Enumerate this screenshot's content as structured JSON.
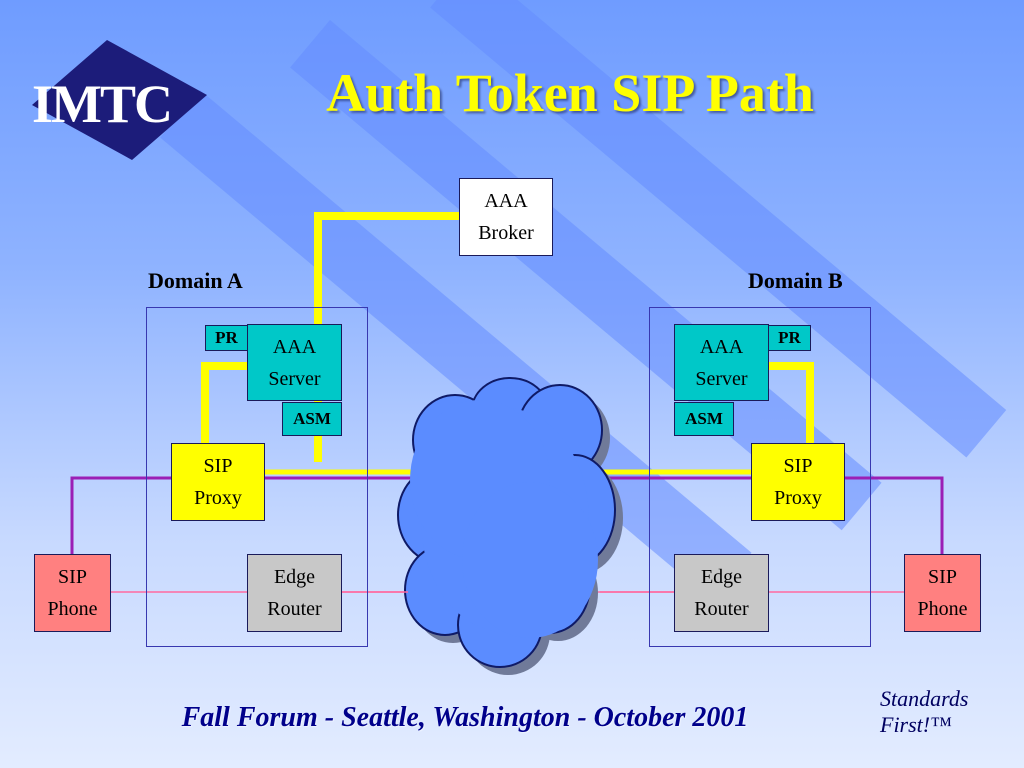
{
  "slide": {
    "title": "Auth Token SIP Path",
    "logo_text": "IMTC",
    "footer": "Fall Forum  -  Seattle, Washington  -  October  2001",
    "standards_line1": "Standards",
    "standards_line2": "First!™"
  },
  "domains": {
    "a_label": "Domain A",
    "b_label": "Domain B"
  },
  "nodes": {
    "aaa_broker": {
      "line1": "AAA",
      "line2": "Broker"
    },
    "aaa_server_a": {
      "line1": "AAA",
      "line2": "Server"
    },
    "aaa_server_b": {
      "line1": "AAA",
      "line2": "Server"
    },
    "pr_a": "PR",
    "pr_b": "PR",
    "asm_a": "ASM",
    "asm_b": "ASM",
    "sip_proxy_a": {
      "line1": "SIP",
      "line2": "Proxy"
    },
    "sip_proxy_b": {
      "line1": "SIP",
      "line2": "Proxy"
    },
    "edge_router_a": {
      "line1": "Edge",
      "line2": "Router"
    },
    "edge_router_b": {
      "line1": "Edge",
      "line2": "Router"
    },
    "sip_phone_a": {
      "line1": "SIP",
      "line2": "Phone"
    },
    "sip_phone_b": {
      "line1": "SIP",
      "line2": "Phone"
    }
  },
  "colors": {
    "aaa_path": "#ffff00",
    "sip_signaling": "#9b1fb5",
    "media_path": "#ff6aa0",
    "cloud": "#5b8cff",
    "title": "#ffff00"
  }
}
